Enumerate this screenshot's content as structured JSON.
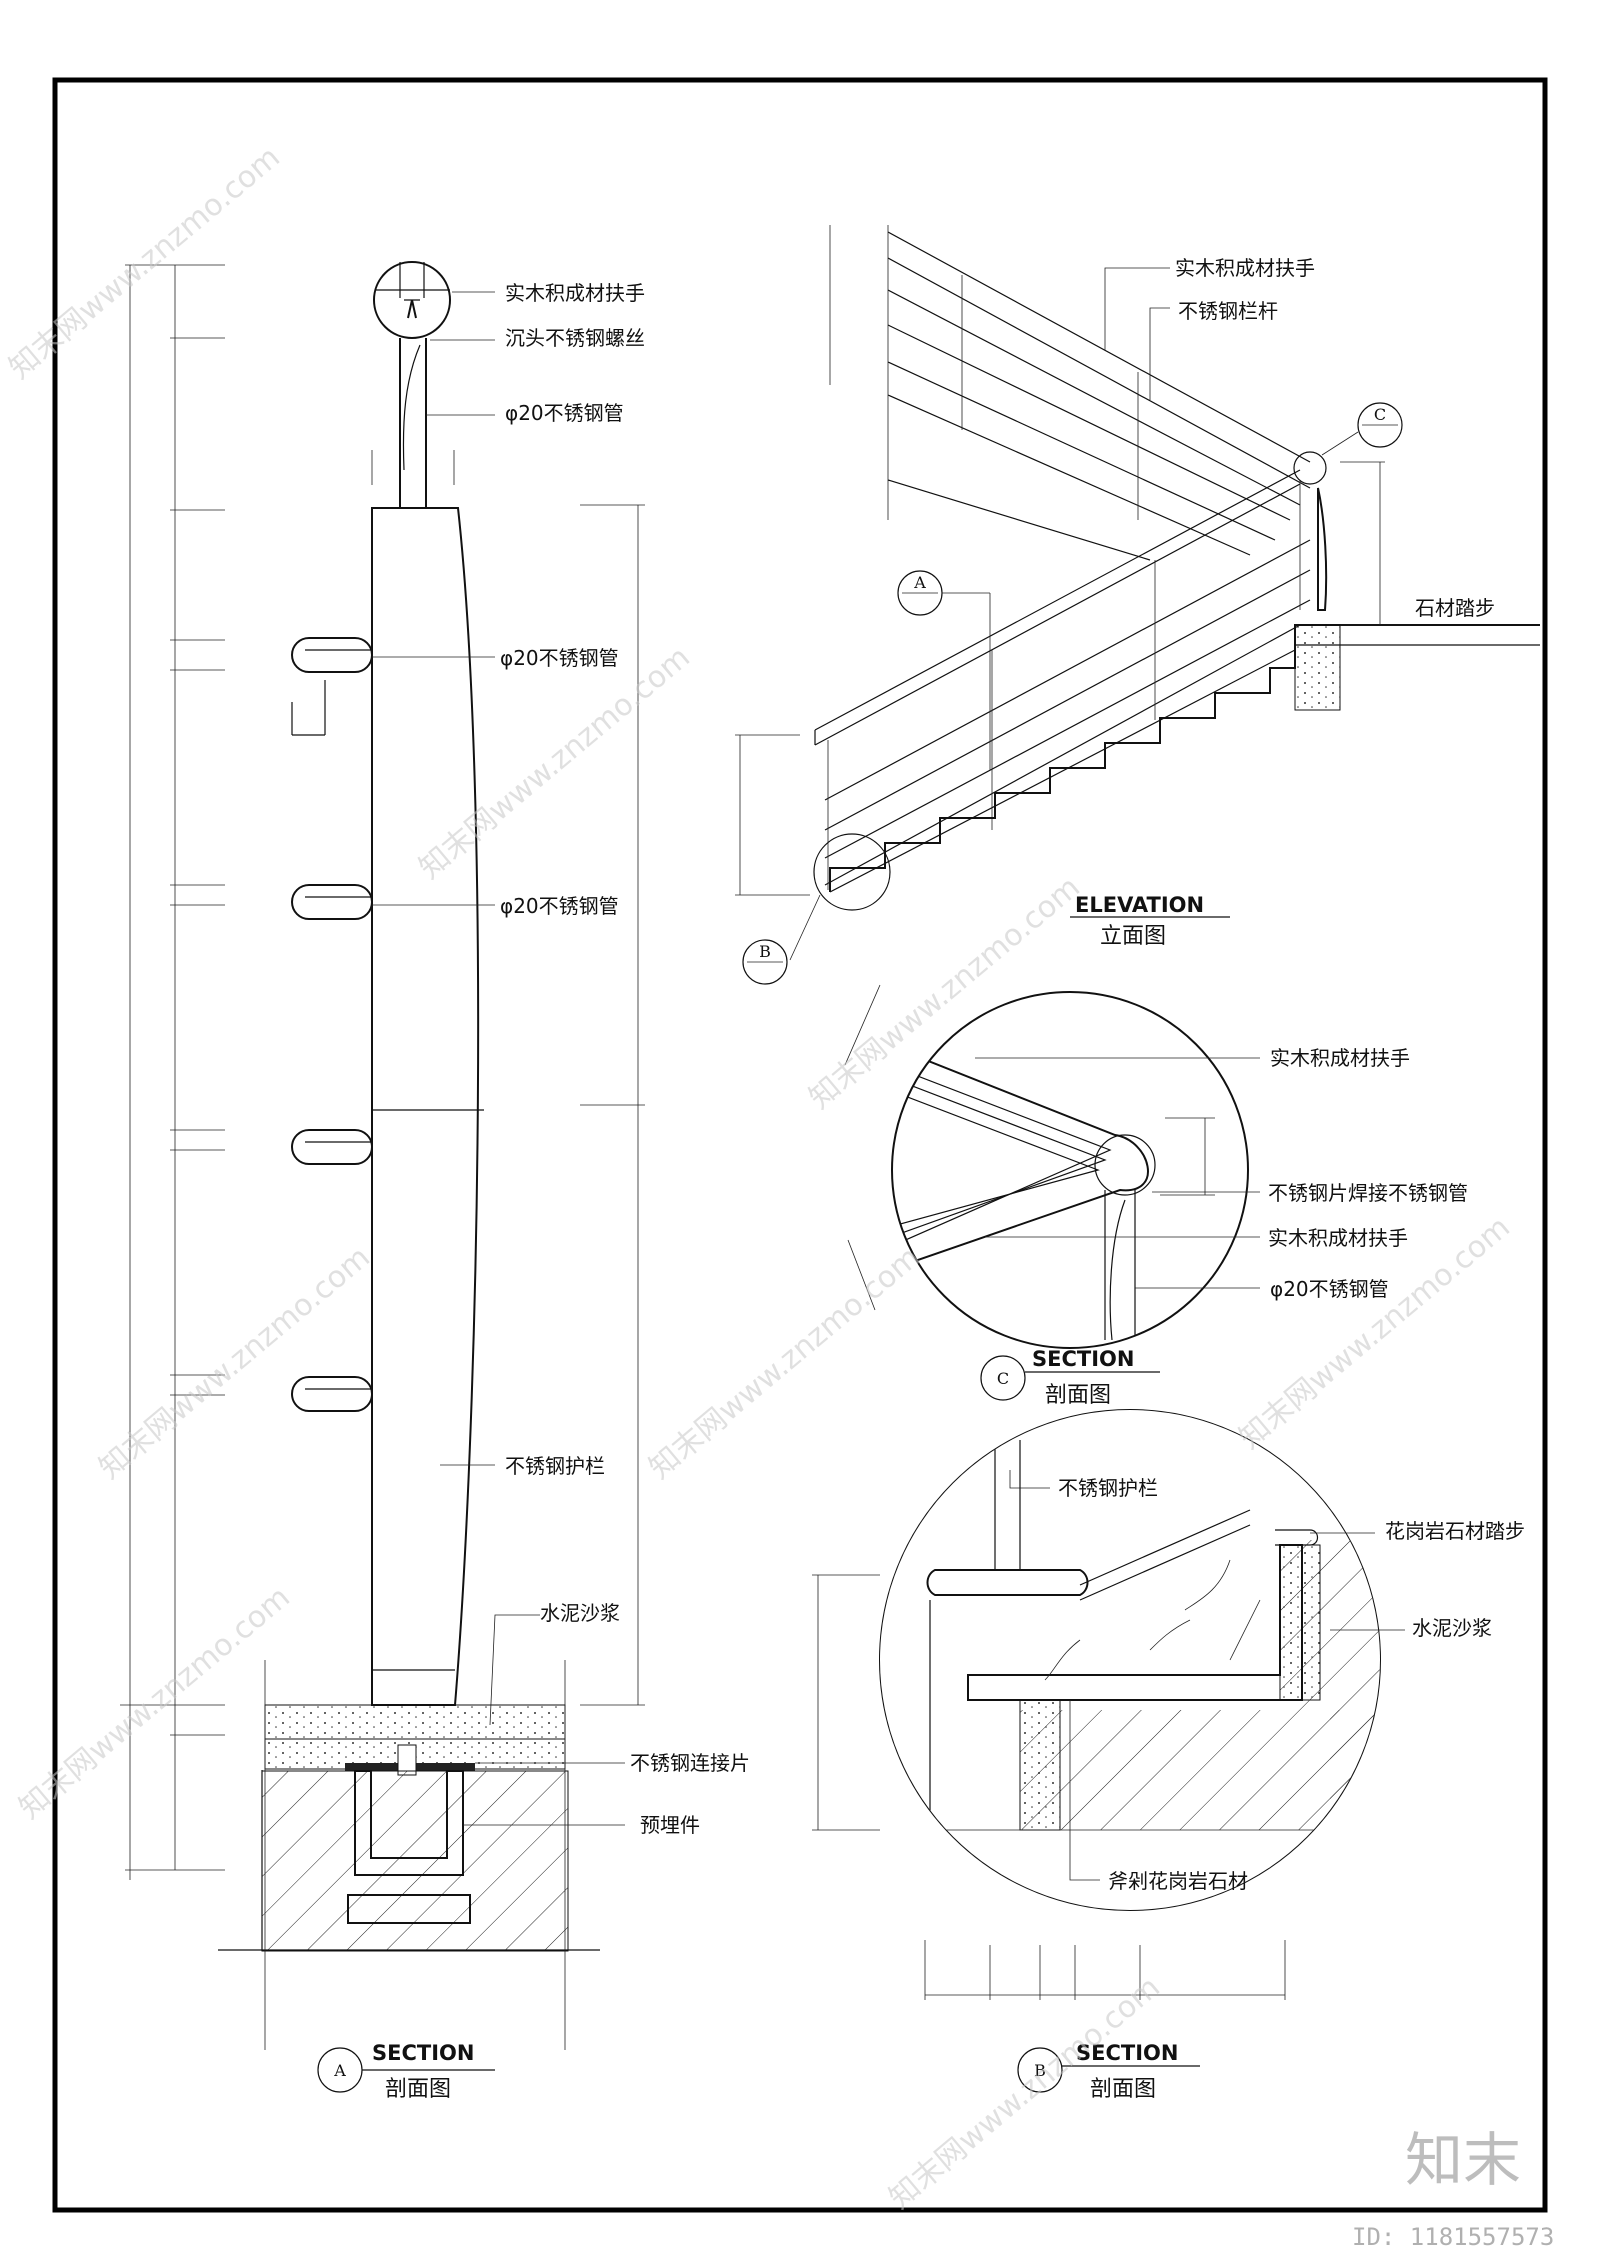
{
  "detail_a": {
    "labels": {
      "handrail": "实木积成材扶手",
      "screw": "沉头不锈钢螺丝",
      "tube_top": "φ20不锈钢管",
      "tube_1": "φ20不锈钢管",
      "tube_2": "φ20不锈钢管",
      "guard": "不锈钢护栏",
      "mortar": "水泥沙浆",
      "plate": "不锈钢连接片",
      "embed": "预埋件"
    },
    "title_en": "SECTION",
    "title_cn": "剖面图",
    "tag": "A"
  },
  "elevation": {
    "labels": {
      "handrail": "实木积成材扶手",
      "rail": "不锈钢栏杆",
      "stone_step": "石材踏步"
    },
    "title_en": "ELEVATION",
    "title_cn": "立面图",
    "callout_a": "A",
    "callout_b": "B",
    "callout_c": "C"
  },
  "detail_c": {
    "labels": {
      "handrail_1": "实木积成材扶手",
      "weld": "不锈钢片焊接不锈钢管",
      "handrail_2": "实木积成材扶手",
      "tube": "φ20不锈钢管"
    },
    "title_en": "SECTION",
    "title_cn": "剖面图",
    "tag": "C"
  },
  "detail_b": {
    "labels": {
      "guard": "不锈钢护栏",
      "granite_step": "花岗岩石材踏步",
      "mortar": "水泥沙浆",
      "bush_granite": "斧剁花岗岩石材"
    },
    "title_en": "SECTION",
    "title_cn": "剖面图",
    "tag": "B"
  },
  "watermark": {
    "text": "知末网www.znzmo.com",
    "logo": "知末",
    "id": "ID: 1181557573"
  }
}
